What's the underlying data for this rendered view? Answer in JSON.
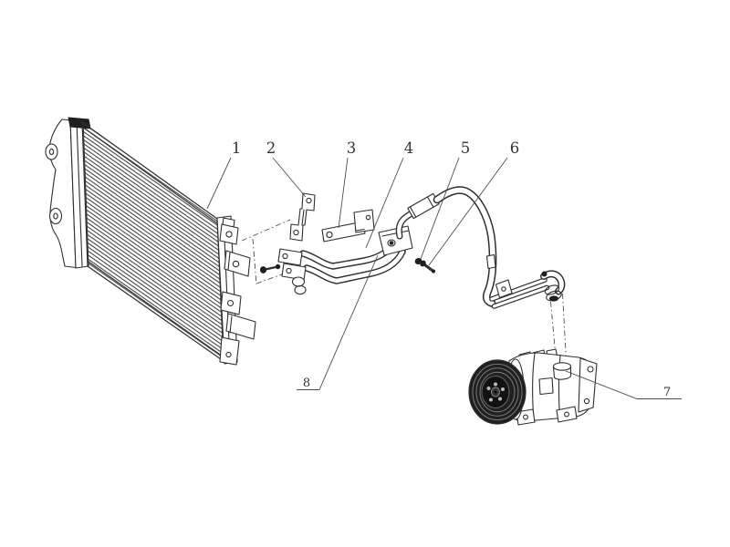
{
  "figure": {
    "kind": "exploded-parts-line-drawing",
    "background_color": "#ffffff",
    "line_color": "#2f2f2f",
    "pulley_color": "#1f1f1f",
    "callouts": [
      {
        "label": "1"
      },
      {
        "label": "2"
      },
      {
        "label": "3"
      },
      {
        "label": "4"
      },
      {
        "label": "5"
      },
      {
        "label": "6"
      },
      {
        "label": "7"
      },
      {
        "label": "8"
      }
    ]
  }
}
